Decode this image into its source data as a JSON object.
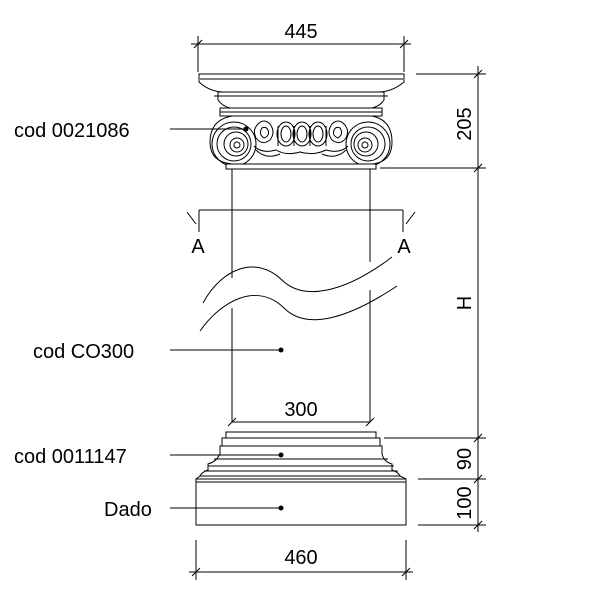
{
  "dimensions": {
    "top_width": "445",
    "capital_height": "205",
    "shaft_height": "H",
    "shaft_diameter": "300",
    "base_height": "90",
    "dado_height": "100",
    "bottom_width": "460"
  },
  "section": {
    "left_mark": "A",
    "right_mark": "A"
  },
  "callouts": {
    "capital": "cod 0021086",
    "shaft": "cod CO300",
    "base": "cod 0011147",
    "dado": "Dado"
  }
}
